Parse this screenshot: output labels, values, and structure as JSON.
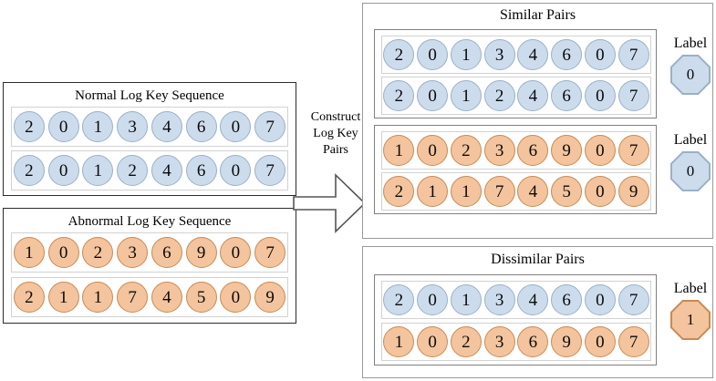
{
  "diagram": {
    "colors": {
      "normal_fill": "#ccdced",
      "normal_stroke": "#9bb0c4",
      "abnormal_fill": "#f3c49d",
      "abnormal_stroke": "#c88a54"
    },
    "left": {
      "normal": {
        "title": "Normal Log Key Sequence",
        "sequences": [
          [
            "2",
            "0",
            "1",
            "3",
            "4",
            "6",
            "0",
            "7"
          ],
          [
            "2",
            "0",
            "1",
            "2",
            "4",
            "6",
            "0",
            "7"
          ]
        ]
      },
      "abnormal": {
        "title": "Abnormal Log Key Sequence",
        "sequences": [
          [
            "1",
            "0",
            "2",
            "3",
            "6",
            "9",
            "0",
            "7"
          ],
          [
            "2",
            "1",
            "1",
            "7",
            "4",
            "5",
            "0",
            "9"
          ]
        ]
      }
    },
    "arrow": {
      "caption_line1": "Construct",
      "caption_line2": "Log Key",
      "caption_line3": "Pairs",
      "icon": "right-block-arrow"
    },
    "right": {
      "similar": {
        "title": "Similar Pairs",
        "pairs": [
          {
            "rows": [
              {
                "type": "normal",
                "keys": [
                  "2",
                  "0",
                  "1",
                  "3",
                  "4",
                  "6",
                  "0",
                  "7"
                ]
              },
              {
                "type": "normal",
                "keys": [
                  "2",
                  "0",
                  "1",
                  "2",
                  "4",
                  "6",
                  "0",
                  "7"
                ]
              }
            ],
            "label_text": "Label",
            "label_value": "0",
            "label_type": "normal"
          },
          {
            "rows": [
              {
                "type": "abnormal",
                "keys": [
                  "1",
                  "0",
                  "2",
                  "3",
                  "6",
                  "9",
                  "0",
                  "7"
                ]
              },
              {
                "type": "abnormal",
                "keys": [
                  "2",
                  "1",
                  "1",
                  "7",
                  "4",
                  "5",
                  "0",
                  "9"
                ]
              }
            ],
            "label_text": "Label",
            "label_value": "0",
            "label_type": "normal"
          }
        ]
      },
      "dissimilar": {
        "title": "Dissimilar Pairs",
        "pairs": [
          {
            "rows": [
              {
                "type": "normal",
                "keys": [
                  "2",
                  "0",
                  "1",
                  "3",
                  "4",
                  "6",
                  "0",
                  "7"
                ]
              },
              {
                "type": "abnormal",
                "keys": [
                  "1",
                  "0",
                  "2",
                  "3",
                  "6",
                  "9",
                  "0",
                  "7"
                ]
              }
            ],
            "label_text": "Label",
            "label_value": "1",
            "label_type": "abnormal"
          }
        ]
      }
    }
  }
}
